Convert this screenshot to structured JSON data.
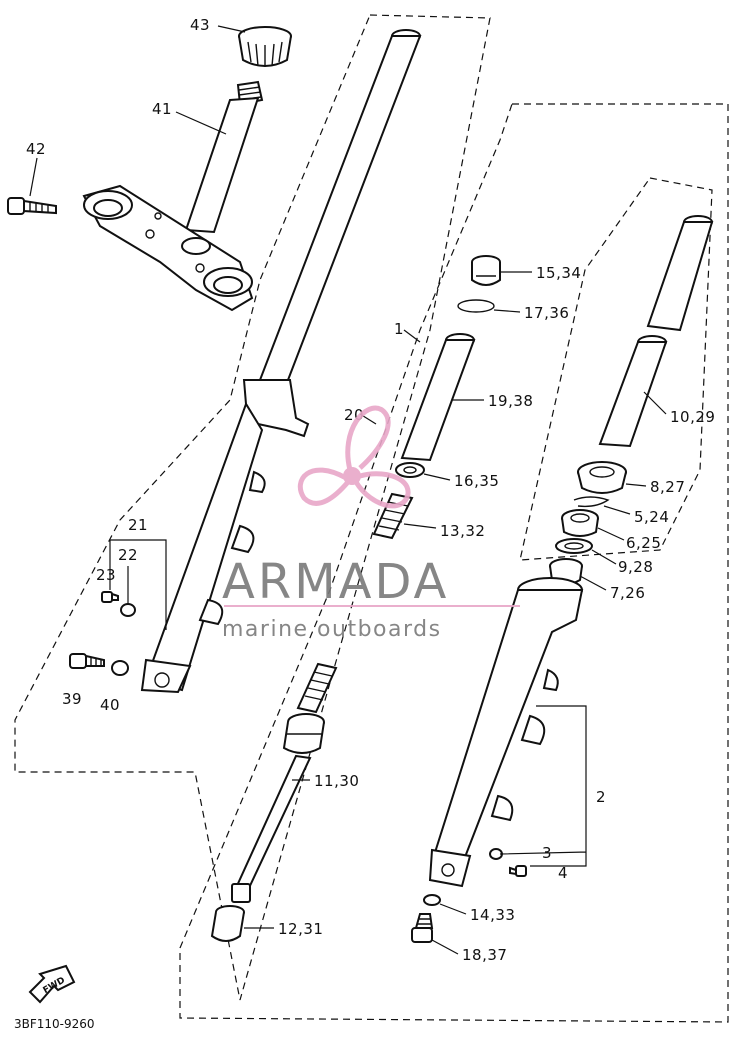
{
  "diagram": {
    "labels": {
      "p43": "43",
      "p41": "41",
      "p42": "42",
      "p15_34": "15,34",
      "p17_36": "17,36",
      "p1": "1",
      "p19_38": "19,38",
      "p10_29": "10,29",
      "p20": "20",
      "p16_35": "16,35",
      "p8_27": "8,27",
      "p5_24": "5,24",
      "p13_32": "13,32",
      "p6_25": "6,25",
      "p9_28": "9,28",
      "p7_26": "7,26",
      "p21": "21",
      "p22": "22",
      "p23": "23",
      "p39": "39",
      "p40": "40",
      "p11_30": "11,30",
      "p2": "2",
      "p3": "3",
      "p4": "4",
      "p14_33": "14,33",
      "p12_31": "12,31",
      "p18_37": "18,37"
    },
    "fwd_arrow": "FWD",
    "diagram_code": "3BF110-9260"
  },
  "watermark": {
    "brand": "ARMADA",
    "tagline": "marine outboards",
    "logo_color": "#e8a7c8",
    "line_color": "#e8a7c8"
  }
}
